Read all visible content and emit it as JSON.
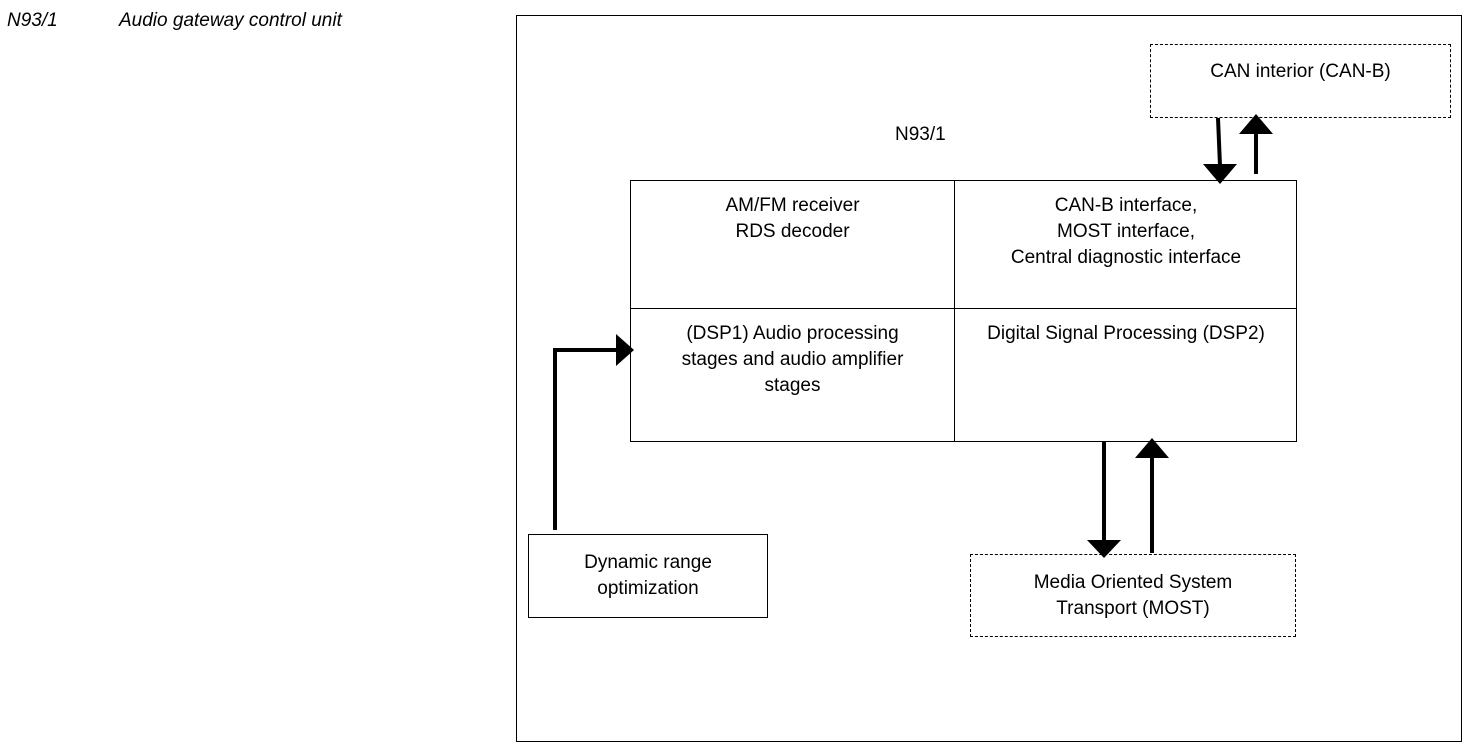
{
  "caption": {
    "id": "N93/1",
    "title": "Audio gateway control unit"
  },
  "diagram": {
    "block_label": "N93/1",
    "can_interior": "CAN interior (CAN-B)",
    "cells": {
      "am_fm": "AM/FM receiver\n    RDS decoder",
      "interfaces": "CAN-B interface,\nMOST interface,\nCentral diagnostic interface",
      "dsp1": "(DSP1) Audio processing\nstages and audio amplifier\nstages",
      "dsp2": "Digital Signal Processing (DSP2)"
    },
    "dynamic_range": "Dynamic range\noptimization",
    "most": "Media Oriented System\nTransport (MOST)"
  }
}
